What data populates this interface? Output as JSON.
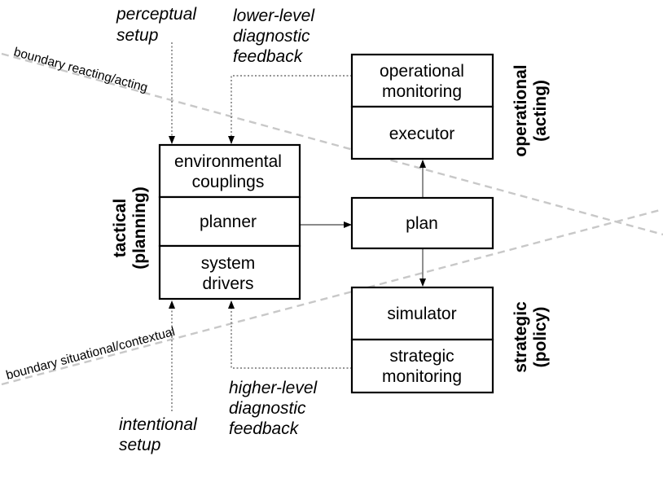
{
  "boxes": {
    "environmental_couplings": [
      "environmental",
      "couplings"
    ],
    "planner": "planner",
    "system_drivers": [
      "system",
      "drivers"
    ],
    "operational_monitoring": [
      "operational",
      "monitoring"
    ],
    "executor": "executor",
    "plan": "plan",
    "simulator": "simulator",
    "strategic_monitoring": [
      "strategic",
      "monitoring"
    ]
  },
  "annotations": {
    "perceptual_setup": [
      "perceptual",
      "setup"
    ],
    "lower_level_feedback": [
      "lower-level",
      "diagnostic",
      "feedback"
    ],
    "higher_level_feedback": [
      "higher-level",
      "diagnostic",
      "feedback"
    ],
    "intentional_setup": [
      "intentional",
      "setup"
    ]
  },
  "side_labels": {
    "tactical": [
      "tactical",
      "(planning)"
    ],
    "operational": [
      "operational",
      "(acting)"
    ],
    "strategic": [
      "strategic",
      "(policy)"
    ]
  },
  "boundaries": {
    "reacting_acting": "boundary reacting/acting",
    "situational_contextual": "boundary situational/contextual"
  }
}
